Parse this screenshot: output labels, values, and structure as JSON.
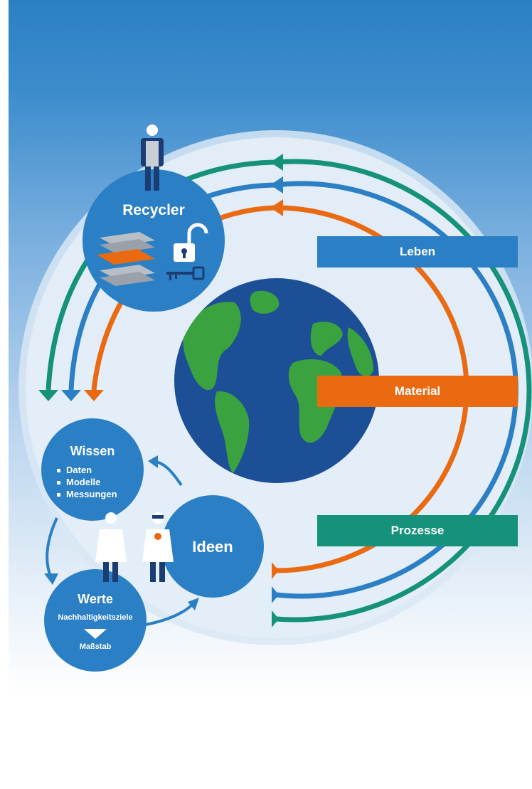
{
  "banners": {
    "leben": "Leben",
    "material": "Material",
    "prozesse": "Prozesse"
  },
  "nodes": {
    "recycler": "Recycler",
    "wissen": {
      "title": "Wissen",
      "items": [
        "Daten",
        "Modelle",
        "Messungen"
      ]
    },
    "ideen": "Ideen",
    "werte": {
      "title": "Werte",
      "goal": "Nachhaltigkeitsziele",
      "measure": "Maßstab"
    }
  },
  "colors": {
    "blue": "#2b7fc4",
    "orange": "#ea6a12",
    "green": "#16927b",
    "node": "#2b7fc4",
    "ocean": "#1c4f95",
    "land": "#3aa23e",
    "figure_dark": "#1b3d73",
    "outer_ring": "#d9e7f5"
  },
  "icons": [
    "recycler-worker-icon",
    "material-layers-icon",
    "open-padlock-icon",
    "key-icon",
    "earth-globe-icon",
    "scientist-icon",
    "scientist-with-goggles-icon",
    "triangle-down-icon"
  ]
}
